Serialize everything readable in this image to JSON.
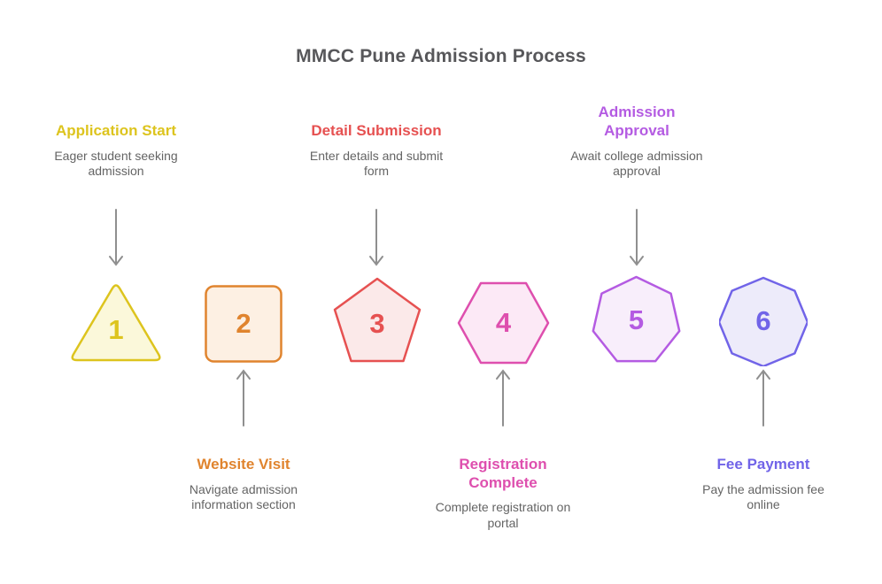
{
  "title": "MMCC Pune Admission Process",
  "title_color": "#57575a",
  "arrow_color": "#8f8f8f",
  "description_color": "#646464",
  "steps": [
    {
      "number": "1",
      "shape": "triangle",
      "title": "Application Start",
      "description": "Eager student seeking admission",
      "accent_color": "#ddc41e",
      "fill_color": "#fbf8da",
      "label_position": "top"
    },
    {
      "number": "2",
      "shape": "square",
      "title": "Website Visit",
      "description": "Navigate admission information section",
      "accent_color": "#e0842e",
      "fill_color": "#fdf0e3",
      "label_position": "bottom"
    },
    {
      "number": "3",
      "shape": "pentagon",
      "title": "Detail Submission",
      "description": "Enter details and submit form",
      "accent_color": "#e65151",
      "fill_color": "#fbe9e9",
      "label_position": "top"
    },
    {
      "number": "4",
      "shape": "hexagon",
      "title": "Registration Complete",
      "description": "Complete registration on portal",
      "accent_color": "#de4fae",
      "fill_color": "#fce9f6",
      "label_position": "bottom"
    },
    {
      "number": "5",
      "shape": "heptagon",
      "title": "Admission Approval",
      "description": "Await college admission approval",
      "accent_color": "#b45be2",
      "fill_color": "#f8eefb",
      "label_position": "top"
    },
    {
      "number": "6",
      "shape": "octagon",
      "title": "Fee Payment",
      "description": "Pay the admission fee online",
      "accent_color": "#7164e8",
      "fill_color": "#edebfa",
      "label_position": "bottom"
    }
  ]
}
